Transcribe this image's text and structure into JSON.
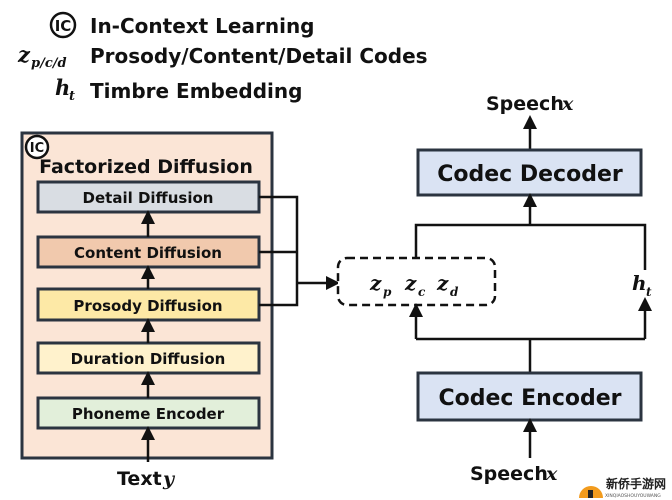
{
  "legend": {
    "ic_symbol": "IC",
    "ic_label": "In-Context Learning",
    "z_symbol": "z",
    "z_sub": "p/c/d",
    "z_label": "Prosody/Content/Detail Codes",
    "h_symbol": "h",
    "h_sub": "t",
    "h_label": "Timbre Embedding"
  },
  "factorized": {
    "ic_badge": "IC",
    "title": "Factorized Diffusion",
    "modules": [
      {
        "label": "Detail Diffusion",
        "color": "#d9dde3"
      },
      {
        "label": "Content Diffusion",
        "color": "#f1c9ad"
      },
      {
        "label": "Prosody Diffusion",
        "color": "#fde9a6"
      },
      {
        "label": "Duration Diffusion",
        "color": "#fff2cc"
      },
      {
        "label": "Phoneme Encoder",
        "color": "#e2efda"
      }
    ],
    "container_color": "#fbe5d6",
    "input_label": "Text",
    "input_var": "y"
  },
  "codes": {
    "z": "z",
    "subs": [
      "p",
      "c",
      "d"
    ],
    "timbre": "h",
    "timbre_sub": "t"
  },
  "codec": {
    "decoder_label": "Codec Decoder",
    "encoder_label": "Codec Encoder",
    "color": "#dae3f3",
    "output_label": "Speech",
    "output_var": "x",
    "input_label": "Speech",
    "input_var": "x"
  },
  "watermark": {
    "text": "新侨手游网",
    "subtext": "XINQIAOSHOUYOUWANG"
  }
}
